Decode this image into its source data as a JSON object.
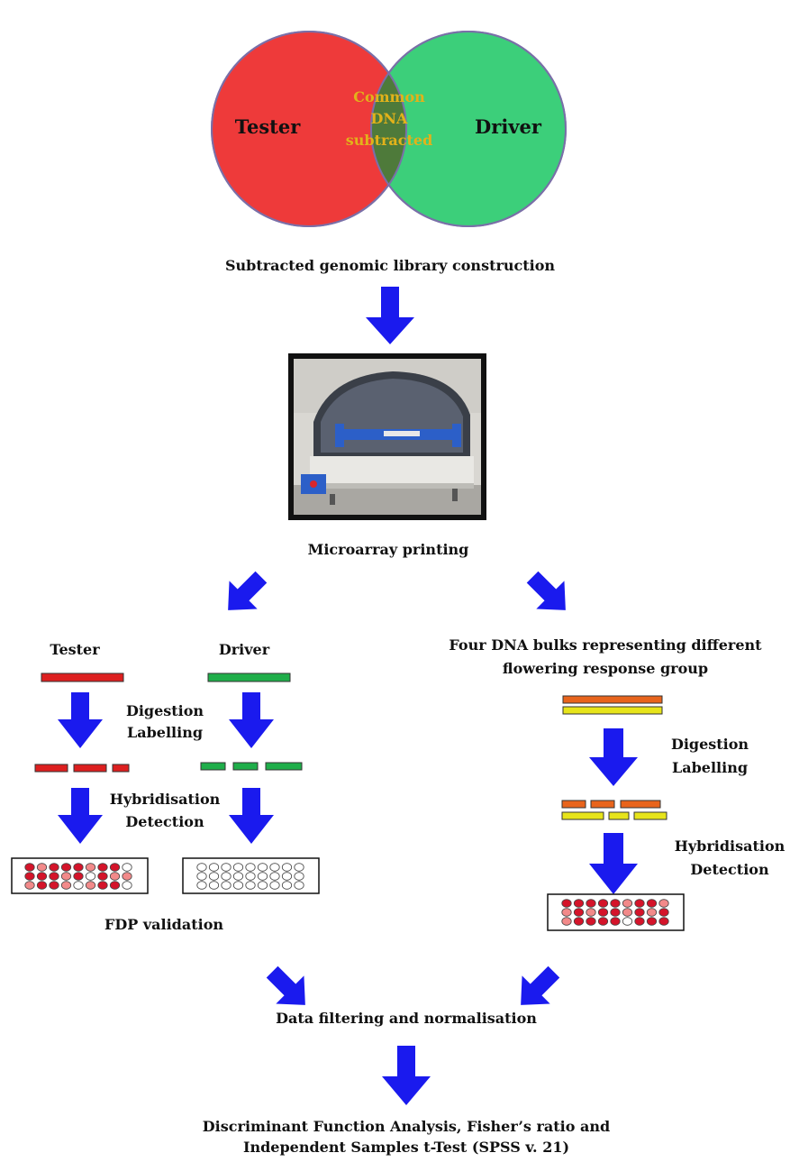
{
  "venn": {
    "left_label": "Tester",
    "right_label": "Driver",
    "overlap_label_lines": [
      "Common",
      "DNA",
      "subtracted"
    ],
    "left_color": "#ee3a3a",
    "right_color": "#3ccf7a",
    "overlap_color": "#4e7a3a",
    "overlap_text_color": "#e2b21a"
  },
  "steps": {
    "library": "Subtracted  genomic  library  construction",
    "printing": "Microarray  printing",
    "filtering": "Data  filtering  and  normalisation",
    "analysis_line1": "Discriminant  Function  Analysis, Fisher’s ratio and",
    "analysis_line2": "Independent  Samples  t-Test (SPSS  v. 21)"
  },
  "left_branch": {
    "tester": "Tester",
    "driver": "Driver",
    "digestion": "Digestion",
    "labelling": "Labelling",
    "hybridisation": "Hybridisation",
    "detection": "Detection",
    "validation": "FDP  validation"
  },
  "right_branch": {
    "title_line1": "Four  DNA bulks representing  different",
    "title_line2": "flowering  response  group",
    "digestion": "Digestion",
    "labelling": "Labelling",
    "hybridisation": "Hybridisation",
    "detection": "Detection"
  },
  "colors": {
    "arrow": "#1a1aee",
    "tester_bar": "#dd1f1f",
    "driver_bar": "#1fae4a",
    "orange_bar": "#e8641c",
    "yellow_bar": "#e7e41a",
    "dot_dark": "#d4142a",
    "dot_light": "#f28a8a"
  },
  "icons": {
    "arrow": "thick-blue-arrow",
    "photo": "microarray-printer-photo"
  }
}
